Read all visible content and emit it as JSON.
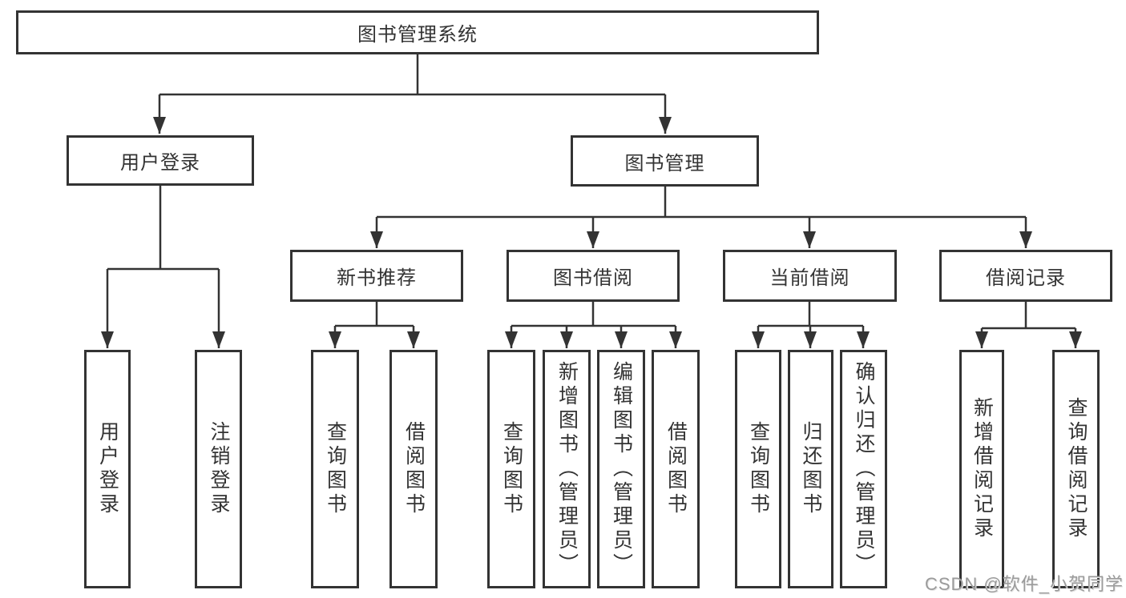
{
  "colors": {
    "background": "#ffffff",
    "line": "#333333",
    "box_border": "#333333",
    "text": "#333333",
    "watermark": "#9b9b9b"
  },
  "tree": {
    "root": {
      "label": "图书管理系统"
    },
    "branches": [
      {
        "label": "用户登录",
        "children": [
          {
            "label": "用户登录"
          },
          {
            "label": "注销登录"
          }
        ]
      },
      {
        "label": "图书管理",
        "children": [
          {
            "label": "新书推荐",
            "children": [
              {
                "label": "查询图书"
              },
              {
                "label": "借阅图书"
              }
            ]
          },
          {
            "label": "图书借阅",
            "children": [
              {
                "label": "查询图书"
              },
              {
                "label": "新增图书（管理员）"
              },
              {
                "label": "编辑图书（管理员）"
              },
              {
                "label": "借阅图书"
              }
            ]
          },
          {
            "label": "当前借阅",
            "children": [
              {
                "label": "查询图书"
              },
              {
                "label": "归还图书"
              },
              {
                "label": "确认归还（管理员）"
              }
            ]
          },
          {
            "label": "借阅记录",
            "children": [
              {
                "label": "新增借阅记录"
              },
              {
                "label": "查询借阅记录"
              }
            ]
          }
        ]
      }
    ]
  },
  "watermark": {
    "text": "CSDN @软件_小贺同学"
  }
}
